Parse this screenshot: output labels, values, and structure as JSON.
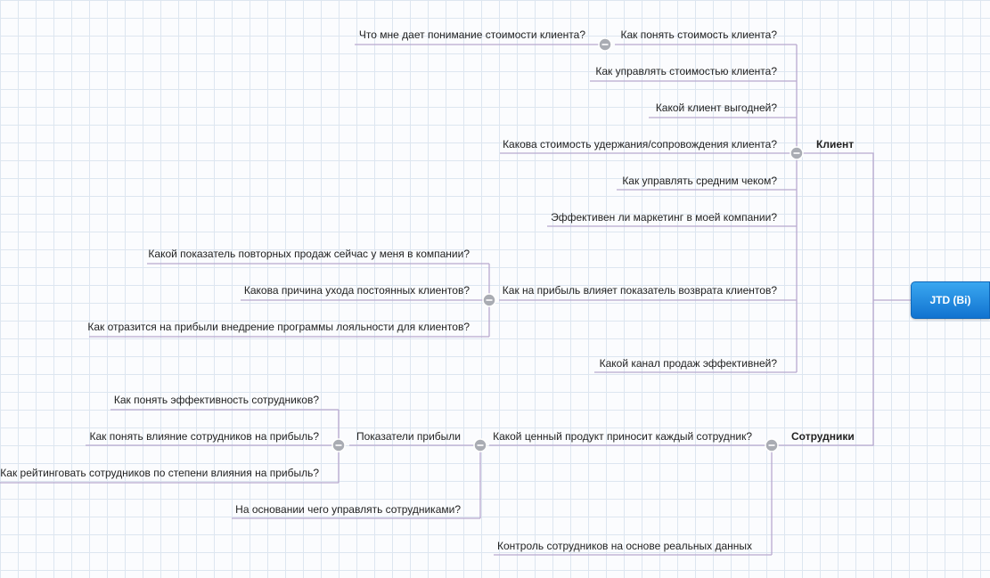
{
  "root": {
    "label": "JTD (Bi)"
  },
  "branches": {
    "client": "Клиент",
    "employees": "Сотрудники"
  },
  "client_questions": {
    "q1": "Как понять стоимость клиента?",
    "q1_child": "Что мне дает понимание стоимости клиента?",
    "q2": "Как управлять стоимостью клиента?",
    "q3": "Какой клиент выгодней?",
    "q4": "Какова стоимость удержания/сопровождения клиента?",
    "q5": "Как управлять средним чеком?",
    "q6": "Эффективен ли маркетинг в моей компании?",
    "q7": "Как на прибыль влияет показатель возврата клиентов?",
    "q7_children": [
      "Какой показатель повторных продаж сейчас у меня в компании?",
      "Какова причина ухода постоянных клиентов?",
      "Как отразится на прибыли внедрение программы лояльности для клиентов?"
    ],
    "q8": "Какой канал продаж эффективней?"
  },
  "employee_questions": {
    "e1": "Какой ценный продукт приносит каждый сотрудник?",
    "e1_child": "Показатели прибыли",
    "e1_grandchildren": [
      "Как понять эффективность сотрудников?",
      "Как понять влияние сотрудников на прибыль?",
      "Как рейтинговать сотрудников по степени влияния на прибыль?"
    ],
    "e1_child2": "На основании чего управлять сотрудниками?",
    "e2": "Контроль сотрудников на основе реальных данных"
  },
  "colors": {
    "line": "#b8a9cf",
    "root_top": "#3aa7f0",
    "root_bottom": "#1173d0",
    "toggle": "#a9acb3",
    "grid": "#dde6f0"
  }
}
